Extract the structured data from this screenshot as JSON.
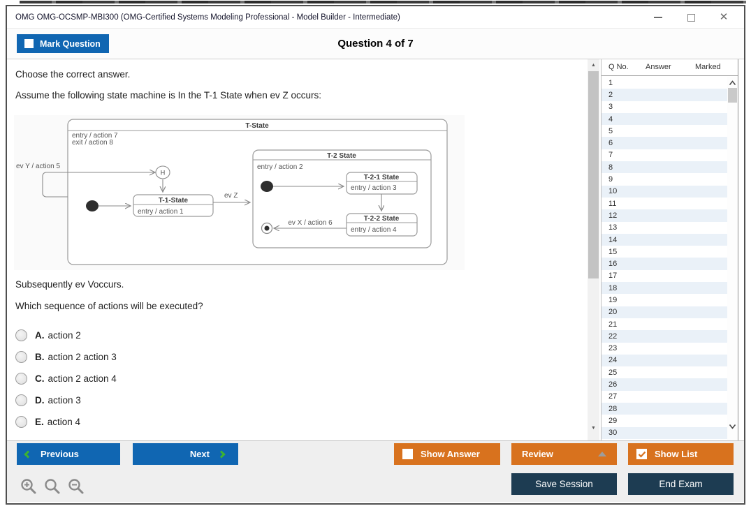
{
  "window": {
    "title": "OMG OMG-OCSMP-MBI300 (OMG-Certified Systems Modeling Professional - Model Builder - Intermediate)",
    "controls": [
      "minimize",
      "maximize",
      "close"
    ]
  },
  "header": {
    "mark_question_label": "Mark Question",
    "question_counter": "Question 4 of 7"
  },
  "question": {
    "instruction": "Choose the correct answer.",
    "premise": "Assume the following state machine is In the T-1 State when ev Z occurs:",
    "followup": "Subsequently ev Voccurs.",
    "prompt": "Which sequence of actions will be executed?",
    "options": [
      {
        "letter": "A.",
        "text": "action 2"
      },
      {
        "letter": "B.",
        "text": "action 2 action 3"
      },
      {
        "letter": "C.",
        "text": "action 2 action 4"
      },
      {
        "letter": "D.",
        "text": "action 3"
      },
      {
        "letter": "E.",
        "text": "action 4"
      }
    ]
  },
  "diagram": {
    "states": {
      "t": {
        "title": "T-State",
        "line1": "entry / action 7",
        "line2": "exit / action 8"
      },
      "t1": {
        "title": "T-1-State",
        "line1": "entry / action 1"
      },
      "t2": {
        "title": "T-2 State",
        "line1": "entry / action 2"
      },
      "t21": {
        "title": "T-2-1 State",
        "line1": "entry / action 3"
      },
      "t22": {
        "title": "T-2-2 State",
        "line1": "entry / action 4"
      }
    },
    "transitions": {
      "ev_y": "ev Y / action 5",
      "ev_z": "ev Z",
      "ev_x": "ev X / action 6"
    },
    "history_label": "H"
  },
  "question_list": {
    "headers": [
      "Q No.",
      "Answer",
      "Marked"
    ],
    "rows": [
      1,
      2,
      3,
      4,
      5,
      6,
      7,
      8,
      9,
      10,
      11,
      12,
      13,
      14,
      15,
      16,
      17,
      18,
      19,
      20,
      21,
      22,
      23,
      24,
      25,
      26,
      27,
      28,
      29,
      30
    ]
  },
  "footer": {
    "previous_label": "Previous",
    "next_label": "Next",
    "show_answer_label": "Show Answer",
    "review_label": "Review",
    "show_list_label": "Show List",
    "save_session_label": "Save Session",
    "end_exam_label": "End Exam",
    "show_answer_checked": false,
    "show_list_checked": true,
    "mark_question_checked": false
  },
  "icons": {
    "previous": "chevron-left",
    "next": "chevron-right",
    "review": "triangle-up",
    "zoom_tools": [
      "zoom-in",
      "zoom-reset",
      "zoom-out"
    ],
    "scrollbar": [
      "arrow-up",
      "arrow-down",
      "chevron-up",
      "chevron-down"
    ]
  },
  "colors": {
    "primary_blue": "#1066b2",
    "accent_orange": "#d8721e",
    "dark_navy": "#1d3c52",
    "chevron_green": "#3db331",
    "row_alt": "#eaf1f8"
  }
}
